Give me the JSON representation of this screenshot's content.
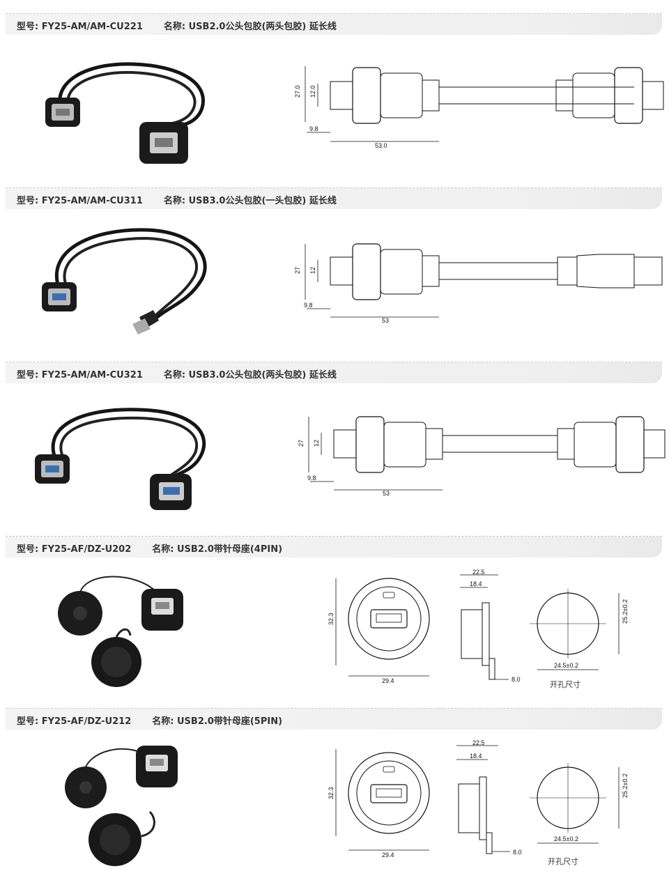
{
  "products": [
    {
      "model_label": "型号: FY25-AM/AM-CU221",
      "name_label": "名称: USB2.0公头包胶(两头包胶) 延长线",
      "dims": {
        "height": "27.0",
        "plug": "12.0",
        "offset": "9.8",
        "length": "53.0"
      }
    },
    {
      "model_label": "型号: FY25-AM/AM-CU311",
      "name_label": "名称: USB3.0公头包胶(一头包胶) 延长线",
      "dims": {
        "height": "27",
        "plug": "12",
        "offset": "9.8",
        "length": "53"
      }
    },
    {
      "model_label": "型号: FY25-AM/AM-CU321",
      "name_label": "名称: USB3.0公头包胶(两头包胶) 延长线",
      "dims": {
        "height": "27",
        "plug": "12",
        "offset": "9.8",
        "length": "53"
      }
    },
    {
      "model_label": "型号: FY25-AF/DZ-U202",
      "name_label": "名称: USB2.0带针母座(4PIN)",
      "dims": {
        "height": "32.3",
        "width": "29.4",
        "depth": "22.5",
        "inner": "18.4",
        "pin": "8.0",
        "hole_h": "25.2±0.2",
        "hole_w": "24.5±0.2"
      },
      "hole_caption": "开孔尺寸"
    },
    {
      "model_label": "型号: FY25-AF/DZ-U212",
      "name_label": "名称: USB2.0带针母座(5PIN)",
      "dims": {
        "height": "32.3",
        "width": "29.4",
        "depth": "22.5",
        "inner": "18.4",
        "pin": "8.0",
        "hole_h": "25.2±0.2",
        "hole_w": "24.5±0.2"
      },
      "hole_caption": "开孔尺寸"
    }
  ]
}
